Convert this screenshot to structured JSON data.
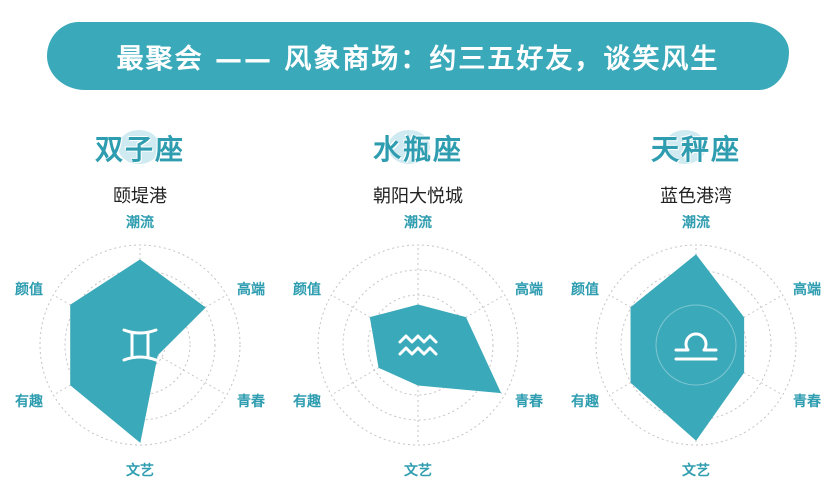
{
  "header": {
    "title": "最聚会 —— 风象商场：约三五好友，谈笑风生"
  },
  "colors": {
    "accent": "#3aa9b9",
    "label": "#2f9db0",
    "grid": "#c4c4c4",
    "symbol": "#ffffff"
  },
  "chart_data": [
    {
      "type": "radar",
      "sign": "双子座",
      "mall": "颐堤港",
      "symbol_icon": "gemini-icon",
      "axes": [
        "潮流",
        "高端",
        "青春",
        "文艺",
        "有趣",
        "颜值"
      ],
      "values": [
        0.85,
        0.75,
        0.2,
        0.97,
        0.8,
        0.8
      ],
      "range": [
        0,
        1
      ],
      "rings": 4
    },
    {
      "type": "radar",
      "sign": "水瓶座",
      "mall": "朝阳大悦城",
      "symbol_icon": "aquarius-icon",
      "axes": [
        "潮流",
        "高端",
        "青春",
        "文艺",
        "有趣",
        "颜值"
      ],
      "values": [
        0.4,
        0.55,
        0.95,
        0.4,
        0.45,
        0.55
      ],
      "range": [
        0,
        1
      ],
      "rings": 4
    },
    {
      "type": "radar",
      "sign": "天秤座",
      "mall": "蓝色港湾",
      "symbol_icon": "libra-icon",
      "axes": [
        "潮流",
        "高端",
        "青春",
        "文艺",
        "有趣",
        "颜值"
      ],
      "values": [
        0.9,
        0.55,
        0.55,
        0.95,
        0.75,
        0.75
      ],
      "range": [
        0,
        1
      ],
      "rings": 4
    }
  ]
}
